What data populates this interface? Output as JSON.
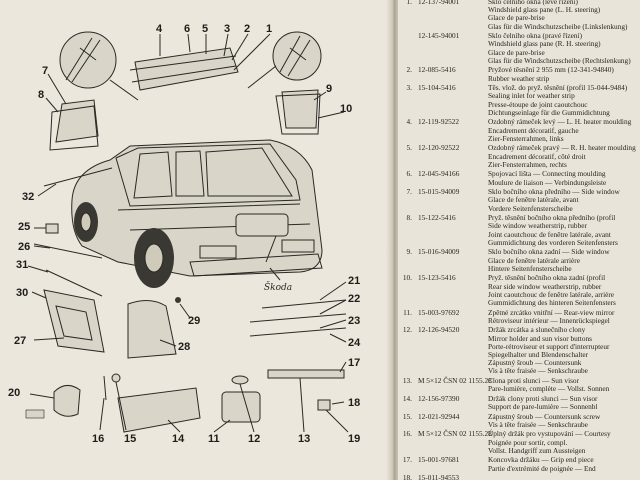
{
  "diagram": {
    "callouts": {
      "c1": "1",
      "c2": "2",
      "c3": "3",
      "c4": "4",
      "c5": "5",
      "c6": "6",
      "c7": "7",
      "c8": "8",
      "c9": "9",
      "c10": "10",
      "c11": "11",
      "c12": "12",
      "c13": "13",
      "c14": "14",
      "c15": "15",
      "c16": "16",
      "c17": "17",
      "c18": "18",
      "c19": "19",
      "c20": "20",
      "c21": "21",
      "c22": "22",
      "c23": "23",
      "c24": "24",
      "c25": "25",
      "c26": "26",
      "c27": "27",
      "c28": "28",
      "c29": "29",
      "c30": "30",
      "c31": "31",
      "c32": "32"
    },
    "badge": "Škoda"
  },
  "parts_list": {
    "rows": [
      {
        "num": "1.",
        "part": "12-137-94001",
        "desc": [
          "Sklo čelního okna (levé řízení)",
          "Windshield glass pane (L. H. steering)",
          "Glace de pare-brise",
          "Glas für die Windschutzscheibe (Linkslenkung)"
        ]
      },
      {
        "num": "",
        "part": "12-145-94001",
        "desc": [
          "Sklo čelního okna (pravé řízení)",
          "Windshield glass pane (R. H. steering)",
          "Glace de pare-brise",
          "Glas für die Windschutzscheibe (Rechtslenkung)"
        ]
      },
      {
        "num": "2.",
        "part": "12-085-5416",
        "desc": [
          "Pryžové těsnění 2 955 mm (12-341-94840)",
          "Rubber weather strip"
        ]
      },
      {
        "num": "3.",
        "part": "15-104-5416",
        "desc": [
          "Těs. vlož. do pryž. těsnění (profil 15-044-9484)",
          "Sealing inlet for weather strip",
          "Presse-étoupe de joint caoutchouc",
          "Dichtungseinlage für die Gummidichtung"
        ]
      },
      {
        "num": "4.",
        "part": "12-119-92522",
        "desc": [
          "Ozdobný rámeček levý — L. H. heater moulding",
          "Encadrement décoratif, gauche",
          "Zier-Fensterrahmen, links"
        ]
      },
      {
        "num": "5.",
        "part": "12-120-92522",
        "desc": [
          "Ozdobný rámeček pravý — R. H. heater moulding",
          "Encadrement décoratif, côté droit",
          "Zier-Fensterrahmen, rechts"
        ]
      },
      {
        "num": "6.",
        "part": "12-045-94166",
        "desc": [
          "Spojovací lišta — Connecting moulding",
          "Moulure de liaison — Verbindungsleiste"
        ]
      },
      {
        "num": "7.",
        "part": "15-015-94009",
        "desc": [
          "Sklo bočního okna předního — Side window",
          "Glace de fenêtre latérale, avant",
          "Vordere Seitenfensterscheibe"
        ]
      },
      {
        "num": "8.",
        "part": "15-122-5416",
        "desc": [
          "Pryž. těsnění bočního okna předního (profil",
          "Side window weatherstrip, rubber",
          "Joint caoutchouc de fenêtre latérale, avant",
          "Gummidichtung des vorderen Seitenfensters"
        ]
      },
      {
        "num": "9.",
        "part": "15-016-94009",
        "desc": [
          "Sklo bočního okna zadní — Side window",
          "Glace de fenêtre latérale arrière",
          "Hintere Seitenfensterscheibe"
        ]
      },
      {
        "num": "10.",
        "part": "15-123-5416",
        "desc": [
          "Pryž. těsnění bočního okna zadní (profil",
          "Rear side window weatherstrip, rubber",
          "Joint caoutchouc de fenêtre latérale, arrière",
          "Gummidichtung des hinteren Seitenfensters"
        ]
      },
      {
        "num": "11.",
        "part": "15-003-97692",
        "desc": [
          "Zpětné zrcátko vnitřní — Rear-view mirror",
          "Rétroviseur intérieur — Innenrückspiegel"
        ]
      },
      {
        "num": "12.",
        "part": "12-126-94520",
        "desc": [
          "Držák zrcátka a slunečního clony",
          "Mirror holder and sun visor buttons",
          "Porte-rétroviseur et support d'interrupteur",
          "Spiegelhalter und Blendenschalter",
          "Zápustný šroub — Countersunk",
          "Vis à tête fraisée — Senkschraube"
        ]
      },
      {
        "num": "13.",
        "part": "M 5×12 ČSN 02 1155.28",
        "desc": [
          "Clona proti slunci — Sun visor",
          "Pare-lumière, complète — Vollst. Sonnen"
        ]
      },
      {
        "num": "14.",
        "part": "12-156-97390",
        "desc": [
          "Držák clony proti slunci — Sun visor",
          "Support de pare-lumière — Sonnenbl"
        ]
      },
      {
        "num": "15.",
        "part": "12-021-92944",
        "desc": [
          "Zápustný šroub — Countersunk screw",
          "Vis à tête fraisée — Senkschraube"
        ]
      },
      {
        "num": "16.",
        "part": "M 5×12 ČSN 02 1155.28",
        "desc": [
          "Úplný držák pro vystupování — Courtesy",
          "Poignée pour sortir, compl.",
          "Vollst. Handgriff zum Aussteigen"
        ]
      },
      {
        "num": "17.",
        "part": "15-001-97681",
        "desc": [
          "Koncovka držáku — Grip end piece",
          "Partie d'extrémité de poignée — End"
        ]
      },
      {
        "num": "18.",
        "part": "15-011-94553",
        "desc": [
          ""
        ]
      }
    ]
  }
}
